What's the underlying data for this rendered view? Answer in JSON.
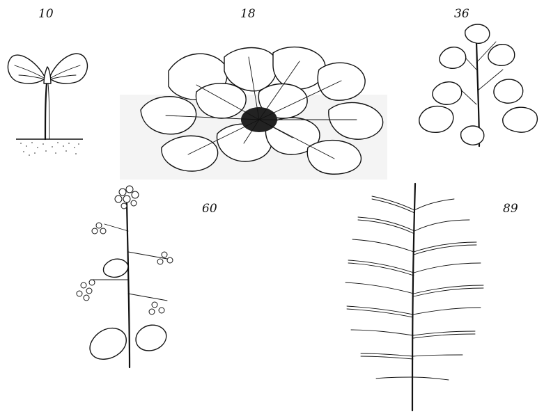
{
  "stages": [
    {
      "id": "s10",
      "label": "10"
    },
    {
      "id": "s18",
      "label": "18"
    },
    {
      "id": "s36",
      "label": "36"
    },
    {
      "id": "s60",
      "label": "60"
    },
    {
      "id": "s89",
      "label": "89"
    }
  ]
}
